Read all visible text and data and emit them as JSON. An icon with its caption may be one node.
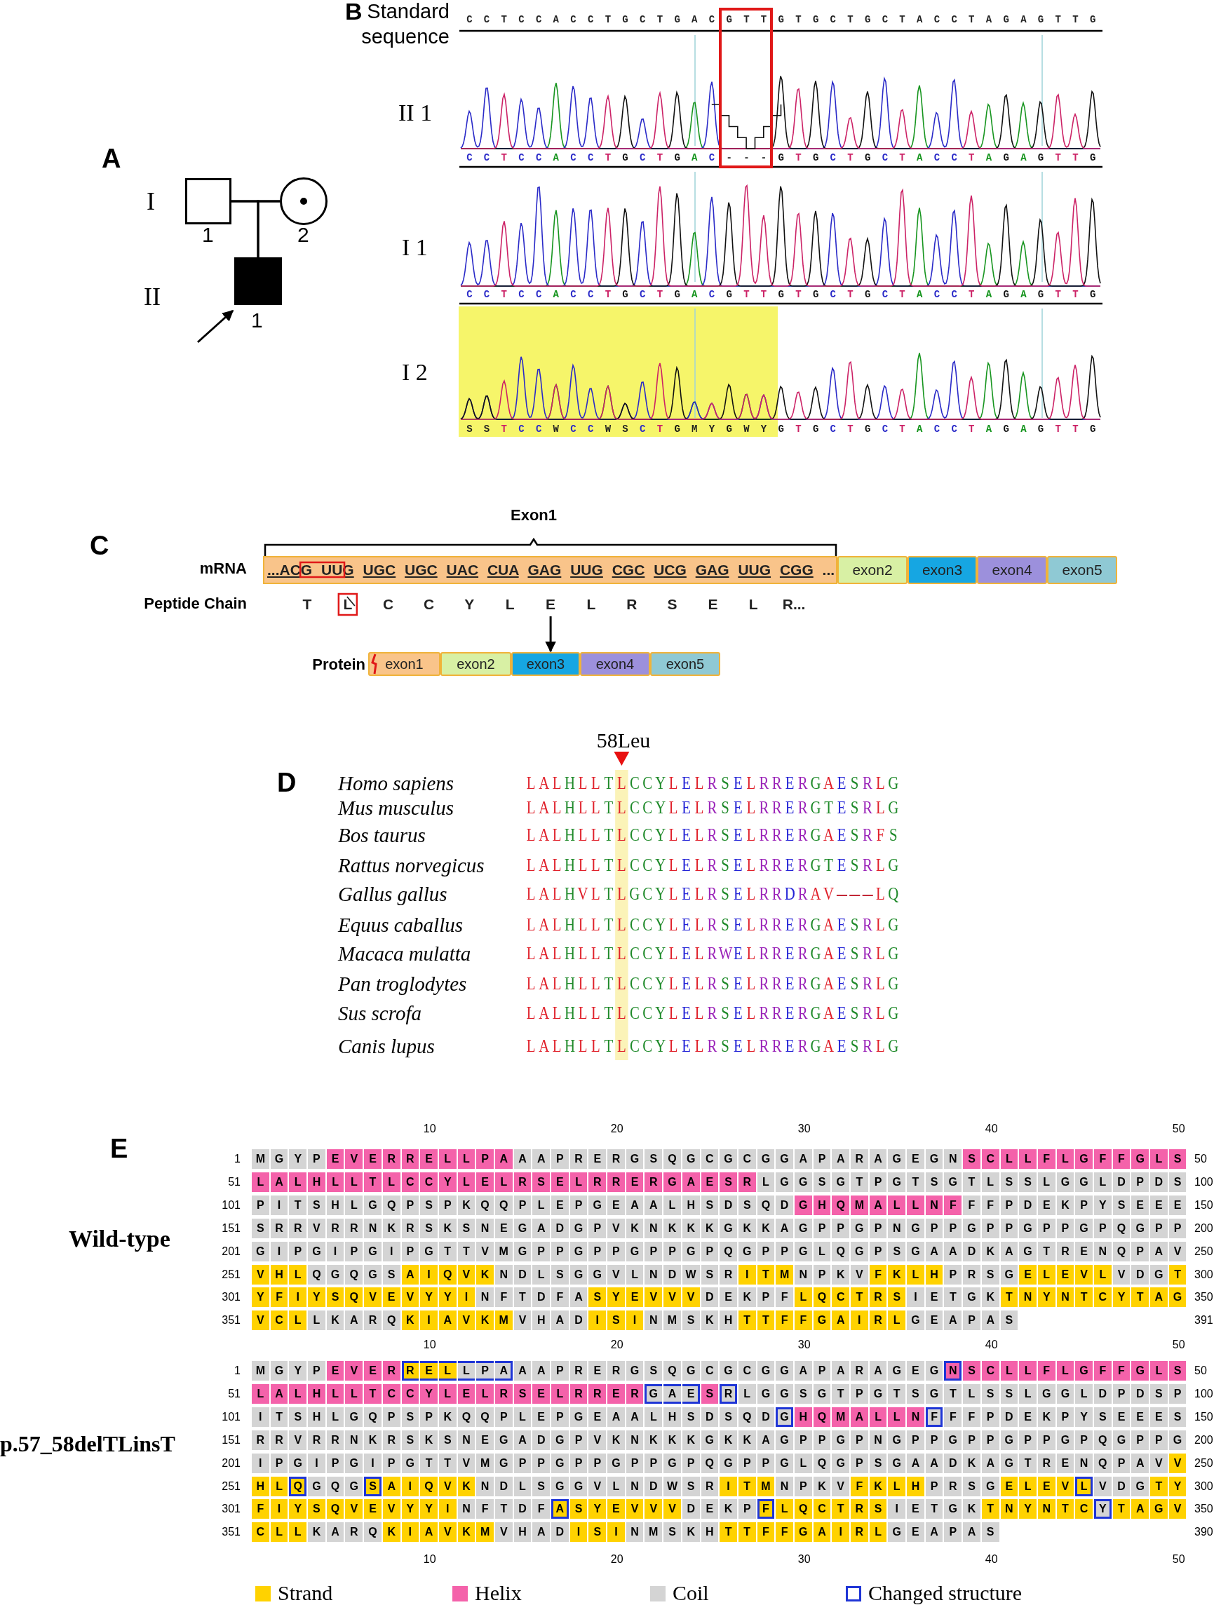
{
  "diagram": {
    "nodes": [
      {
        "text": [],
        "shape": "box",
        "beside": [
          "1"
        ]
      },
      {
        "text": [],
        "shape": "circle",
        "beside": [
          "2"
        ]
      },
      {
        "text": [],
        "shape": "box",
        "beside": [
          "1"
        ]
      },
      {
        "text": [
          "...ACG UUG UGC UGC UAC CUA GAG UUG CGC UCG GAG UUG CGG ..."
        ]
      },
      {
        "text": [
          "exon2"
        ]
      },
      {
        "text": [
          "exon3"
        ]
      },
      {
        "text": [
          "exon4"
        ]
      },
      {
        "text": [
          "exon5"
        ]
      },
      {
        "text": [
          "T L C C Y L E L R S E L R..."
        ]
      },
      {
        "text": [
          "exon1"
        ]
      },
      {
        "text": [
          "exon2"
        ]
      },
      {
        "text": [
          "exon3"
        ]
      },
      {
        "text": [
          "exon4"
        ]
      },
      {
        "text": [
          "exon5"
        ]
      }
    ],
    "edges": [
      {
        "from": 0,
        "to": 1,
        "arrow": "none"
      },
      {
        "from": 0,
        "to": 2,
        "arrow": "none"
      },
      {
        "from": 1,
        "to": 2,
        "arrow": "none"
      },
      {
        "from": null,
        "to": 2,
        "arrow": "to"
      },
      {
        "from": 8,
        "to": 11,
        "arrow": "to"
      }
    ],
    "labels": [
      "A",
      "I",
      "II",
      "B",
      "Standard sequence",
      "C C T C C A C C T G C T G A C G T T G T G C T G C T A C C T A G A G T T G",
      "II 1",
      "C C T C C A C C T G C T G A C - - - G T G C T G C T A C C T A G A G T T G",
      "I 1",
      "C C T C C A C C T G C T G A C G T T G T G C T G C T A C C T A G A G T T G",
      "I 2",
      "S S T C C W C C W S C T G M Y G W Y G T G C T G C T A C C T A G A G T T G",
      "C",
      "Exon1",
      "mRNA",
      "Peptide Chain",
      "Protein",
      "58Leu",
      "D",
      "Homo sapiens",
      "LALHLLTLCCYLELRSELRRERGAESRLG",
      "Mus musculus",
      "LALHLLTLCCYLELRSELRRERGTESRLG",
      "Bos taurus",
      "LALHLLTLCCYLELRSELRRERGAESRFS",
      "Rattus norvegicus",
      "LALHLLTLCCYLELRSELRRERGTESRLG",
      "Gallus gallus",
      "LALHVLTLGCYLELRSELRRDRAV---LQ",
      "Equus caballus",
      "LALHLLTLCCYLELRSELRRERGAESRLG",
      "Macaca mulatta",
      "LALHLLTLCCYLELRWELRRERGAESRLG",
      "Pan troglodytes",
      "LALHLLTLCCYLELRSELRRERGAESRLG",
      "Sus scrofa",
      "LALHLLTLCCYLELRSELRRERGAESRLG",
      "Canis lupus",
      "LALHLLTLCCYLELRSELRRERGAESRLG",
      "E",
      "10",
      "20",
      "30",
      "40",
      "50",
      "1",
      "M G Y P E V E R R E L L P A A A P R E R G S Q G C G C G G A P A R A G E G N S C L L F L G F F G L S",
      "50",
      "51",
      "L A L H L L T L C C Y L E L R S E L R R E R G A E S R L G G S G T P G T S G T L S S L G G L D P D S",
      "100",
      "101",
      "P I T S H L G Q P S P K Q Q P L E P G E A A L H S D S Q D G H Q M A L L N F F F P D E K P Y S E E E",
      "150",
      "151",
      "S R R V R R N K R S K S N E G A D G P V K N K K K G K K A G P P G P N G P P G P P G P P G P Q G P P",
      "200",
      "201",
      "G I P G I P G I P G T T V M G P P G P P G P P G P Q G P P G L Q G P S G A A D K A G T R E N Q P A V",
      "250",
      "251",
      "V H L Q G Q G S A I Q V K N D L S G G V L N D W S R I T M N P K V F K L H P R S G E L E V L V D G T",
      "300",
      "301",
      "Y F I Y S Q V E V Y Y I N F T D F A S Y E V V V D E K P F L Q C T R S I E T G K T N Y N T C Y T A G",
      "350",
      "351",
      "V C L L K A R Q K I A V K M V H A D I S I N M S K H T T F F G A I R L G E A P A S",
      "391",
      "Wild-type",
      "10",
      "20",
      "30",
      "40",
      "50",
      "1",
      "M G Y P E V E R R E L L P A A A P R E R G S Q G C G C G G A P A R A G E G N S C L L F L G F F G L S",
      "50",
      "51",
      "L A L H L L T C C Y L E L R S E L R R E R G A E S R L G G S G T P G T S G T L S S L G G L D P D S P",
      "100",
      "101",
      "I T S H L G Q P S P K Q Q P L E P G E A A L H S D S Q D G H Q M A L L N F F F P D E K P Y S E E E S",
      "150",
      "151",
      "R R V R R N K R S K S N E G A D G P V K N K K K G K K A G P P G P N G P P G P P G P P G P Q G P P G",
      "200",
      "201",
      "I P G I P G I P G T T V M G P P G P P G P P G P Q G P P G L Q G P S G A A D K A G T R E N Q P A V V",
      "250",
      "251",
      "H L Q G Q G S A I Q V K N D L S G G V L N D W S R I T M N P K V F K L H P R S G E L E V L V D G T Y",
      "300",
      "301",
      "F I Y S Q V E V Y Y I N F T D F A S Y E V V V D E K P F L Q C T R S I E T G K T N Y N T C Y T A G V",
      "350",
      "351",
      "C L L K A R Q K I A V K M V H A D I S I N M S K H T T F F G A I R L G E A P A S",
      "390",
      "p.57_58delTLinsT",
      "10",
      "20",
      "30",
      "40",
      "50"
    ],
    "legend": [
      {
        "text": "Strand",
        "color": "#ffd200"
      },
      {
        "text": "Helix",
        "color": "#f462aa"
      },
      {
        "text": "Coil",
        "color": "#d4d4d4"
      },
      {
        "text": "Changed structure"
      }
    ]
  }
}
